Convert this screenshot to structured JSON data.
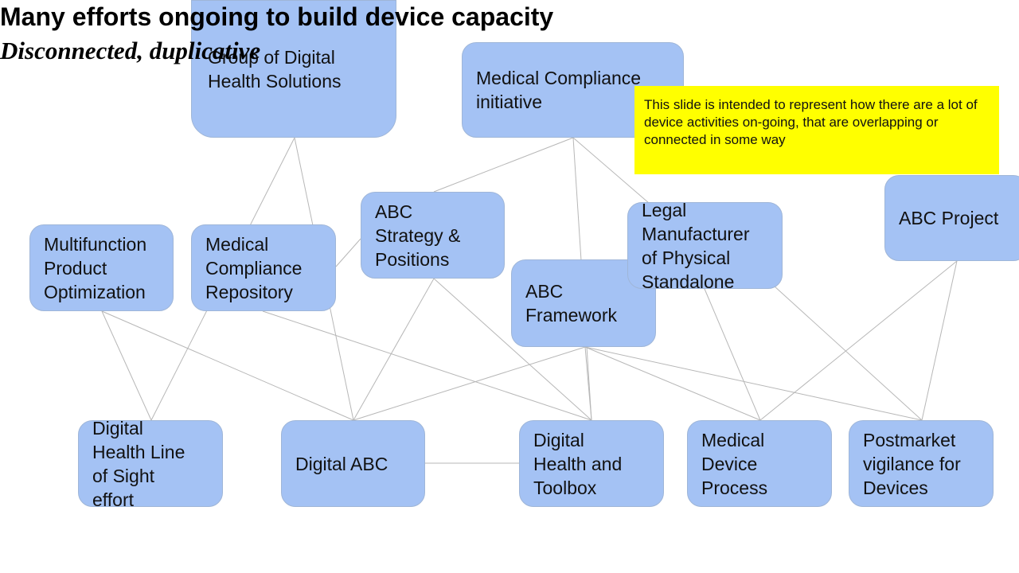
{
  "title": "Many efforts ongoing to build device capacity",
  "subtitle": "Disconnected, duplicative",
  "note": "This slide is intended to represent how there are a lot of device activities on-going, that are overlapping or connected in some way",
  "colors": {
    "node_fill": "#a4c2f4",
    "note_fill": "#ffff00",
    "connector": "#b7b7b7"
  },
  "nodes": [
    {
      "id": "group_digital_health",
      "label": "Group of Digital\nHealth Solutions"
    },
    {
      "id": "medical_compliance_initiative",
      "label": "Medical Compliance\ninitiative"
    },
    {
      "id": "abc_project",
      "label": "ABC Project"
    },
    {
      "id": "multifunction",
      "label": "Multifunction\nProduct\nOptimization"
    },
    {
      "id": "med_compliance_repo",
      "label": "Medical\nCompliance\nRepository"
    },
    {
      "id": "abc_strategy",
      "label": "ABC\nStrategy &\nPositions"
    },
    {
      "id": "abc_framework",
      "label": "ABC\nFramework"
    },
    {
      "id": "legal_manufacturer",
      "label": "Legal\nManufacturer\nof Physical\nStandalone"
    },
    {
      "id": "digital_los",
      "label": "Digital\nHealth Line\nof Sight\neffort"
    },
    {
      "id": "digital_abc",
      "label": "Digital ABC"
    },
    {
      "id": "digital_toolbox",
      "label": "Digital\nHealth and\nToolbox"
    },
    {
      "id": "med_device_process",
      "label": "Medical\nDevice\nProcess"
    },
    {
      "id": "postmarket",
      "label": "Postmarket\nvigilance for\nDevices"
    }
  ]
}
